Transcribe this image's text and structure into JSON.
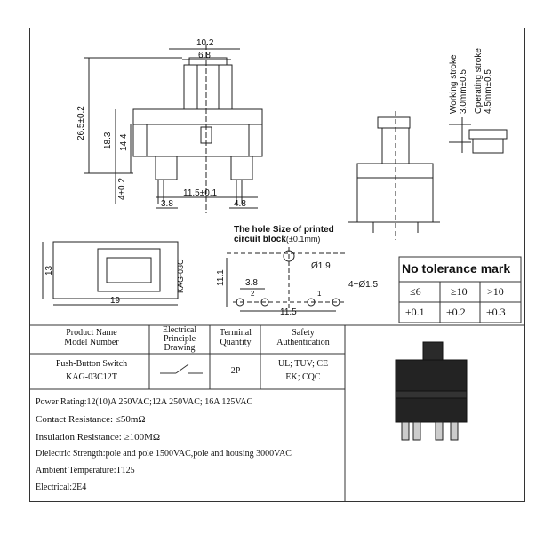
{
  "drawing": {
    "dims": {
      "width_top": "10.2",
      "width_cap": "6.8",
      "height_total": "26.5±0.2",
      "height_body": "18.3",
      "height_mid": "14.4",
      "pin_height": "4±0.2",
      "pin_span": "11.5±0.1",
      "pin_left": "3.8",
      "pin_right": "4.8",
      "footprint_w": "19",
      "footprint_h": "13",
      "side_label": "KAG-03C",
      "stroke_working": "Working stroke 3.0mm±0.5",
      "stroke_operating": "Operating stroke 4.5mm±0.5"
    },
    "pcb": {
      "title_line1": "The hole Size of printed",
      "title_line2": "circuit block",
      "title_tol": "(±0.1mm)",
      "hole_large": "Ø1.9",
      "hole_small": "4−Ø1.5",
      "dim_v": "11.1",
      "dim_38": "3.8",
      "dim_115": "11.5",
      "pin1": "1",
      "pin2": "2"
    }
  },
  "tolerance": {
    "title": "No tolerance mark",
    "ranges": [
      "≤6",
      "≥10",
      ">10"
    ],
    "values": [
      "±0.1",
      "±0.2",
      "±0.3"
    ]
  },
  "spec_table": {
    "headers": [
      "Product Name\nModel Number",
      "Electrical\nPrinciple\nDrawing",
      "Terminal\nQuantity",
      "Safety\nAuthentication"
    ],
    "product_name": "Push-Button Switch",
    "model_number": "KAG-03C12T",
    "terminals": "2P",
    "cert_line1": "UL; TUV; CE",
    "cert_line2": "EK; CQC"
  },
  "specs": [
    "Power Rating:12(10)A 250VAC;12A 250VAC; 16A 125VAC",
    "Contact Resistance: ≤50mΩ",
    "Insulation Resistance: ≥100MΩ",
    "Dielectric Strength:pole and pole 1500VAC,pole and housing 3000VAC",
    "Ambient Temperature:T125",
    "Electrical:2E4"
  ]
}
